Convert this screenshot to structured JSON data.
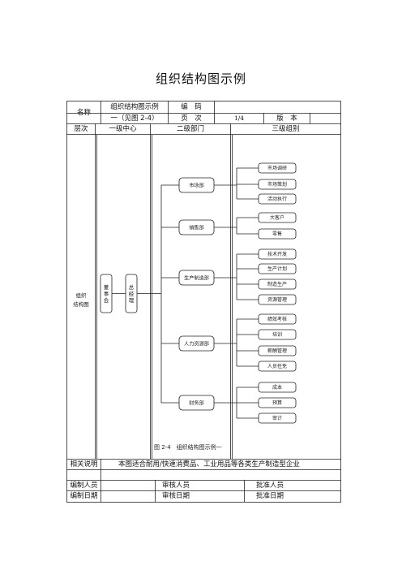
{
  "page_title": "组织结构图示例",
  "header": {
    "name_label": "名称",
    "name_value_line1": "组织结构图示例",
    "name_value_line2": "一（见图 2-4）",
    "code_label": "编　码",
    "page_label": "页　次",
    "page_value": "1/4",
    "version_label": "版　本"
  },
  "columns": {
    "level": "层次",
    "first": "一级中心",
    "second": "二级部门",
    "third": "三级组别"
  },
  "chart": {
    "left_label_line1": "组织",
    "left_label_line2": "结构图",
    "board": "董事会",
    "gm": "总经理",
    "departments": [
      {
        "name": "市场部",
        "groups": [
          "市场调研",
          "市场策划",
          "活动执行"
        ]
      },
      {
        "name": "销售部",
        "groups": [
          "大客户",
          "零售"
        ]
      },
      {
        "name": "生产制造部",
        "groups": [
          "技术开发",
          "生产计划",
          "制造生产",
          "资源管理"
        ]
      },
      {
        "name": "人力资源部",
        "groups": [
          "绩效考核",
          "培训",
          "薪酬管理",
          "人员任免"
        ]
      },
      {
        "name": "财务部",
        "groups": [
          "成本",
          "预算",
          "审计"
        ]
      }
    ],
    "caption": "图 2-4　组织结构图示例一"
  },
  "footer": {
    "note_label": "相关说明",
    "note_value": "本图适合耐用/快速消费品、工业用品等各类生产制造型企业",
    "editor_label": "编制人员",
    "reviewer_label": "审核人员",
    "approver_label": "批准人员",
    "edit_date_label": "编制日期",
    "review_date_label": "审核日期",
    "approve_date_label": "批准日期"
  }
}
